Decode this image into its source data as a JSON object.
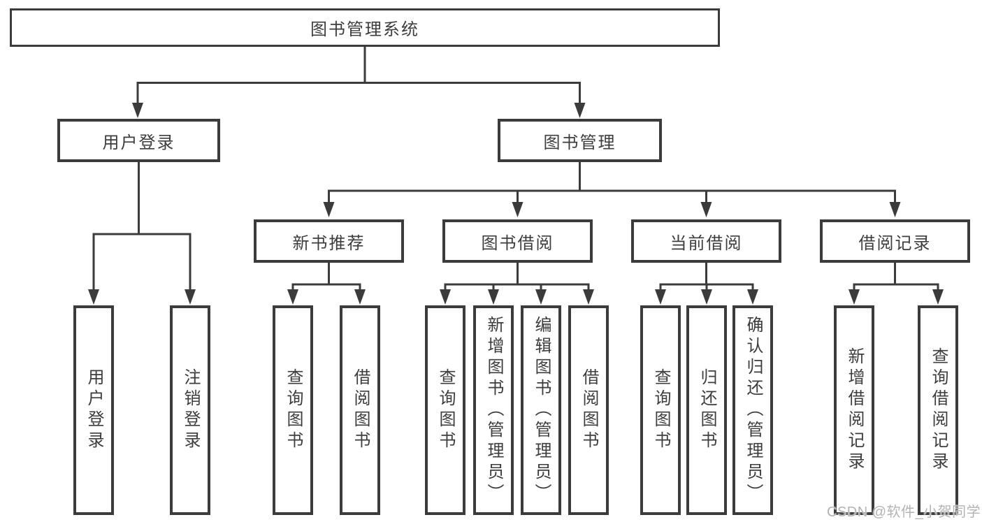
{
  "diagram": {
    "root": {
      "label": "图书管理系统"
    },
    "branches": [
      {
        "label": "用户登录",
        "children": [
          {
            "label": "用户登录"
          },
          {
            "label": "注销登录"
          }
        ]
      },
      {
        "label": "图书管理",
        "children": [
          {
            "label": "新书推荐",
            "children": [
              {
                "label": "查询图书"
              },
              {
                "label": "借阅图书"
              }
            ]
          },
          {
            "label": "图书借阅",
            "children": [
              {
                "label": "查询图书"
              },
              {
                "label": "新增图书（管理员）"
              },
              {
                "label": "编辑图书（管理员）"
              },
              {
                "label": "借阅图书"
              }
            ]
          },
          {
            "label": "当前借阅",
            "children": [
              {
                "label": "查询图书"
              },
              {
                "label": "归还图书"
              },
              {
                "label": "确认归还（管理员）"
              }
            ]
          },
          {
            "label": "借阅记录",
            "children": [
              {
                "label": "新增借阅记录"
              },
              {
                "label": "查询借阅记录"
              }
            ]
          }
        ]
      }
    ]
  },
  "watermark": {
    "text": "CSDN @软件_小贺同学"
  },
  "colors": {
    "line": "#3b3b3b",
    "box_border": "#3b3b3b",
    "text": "#3d3d3d",
    "watermark": "#b3b3b3",
    "background": "#ffffff"
  }
}
